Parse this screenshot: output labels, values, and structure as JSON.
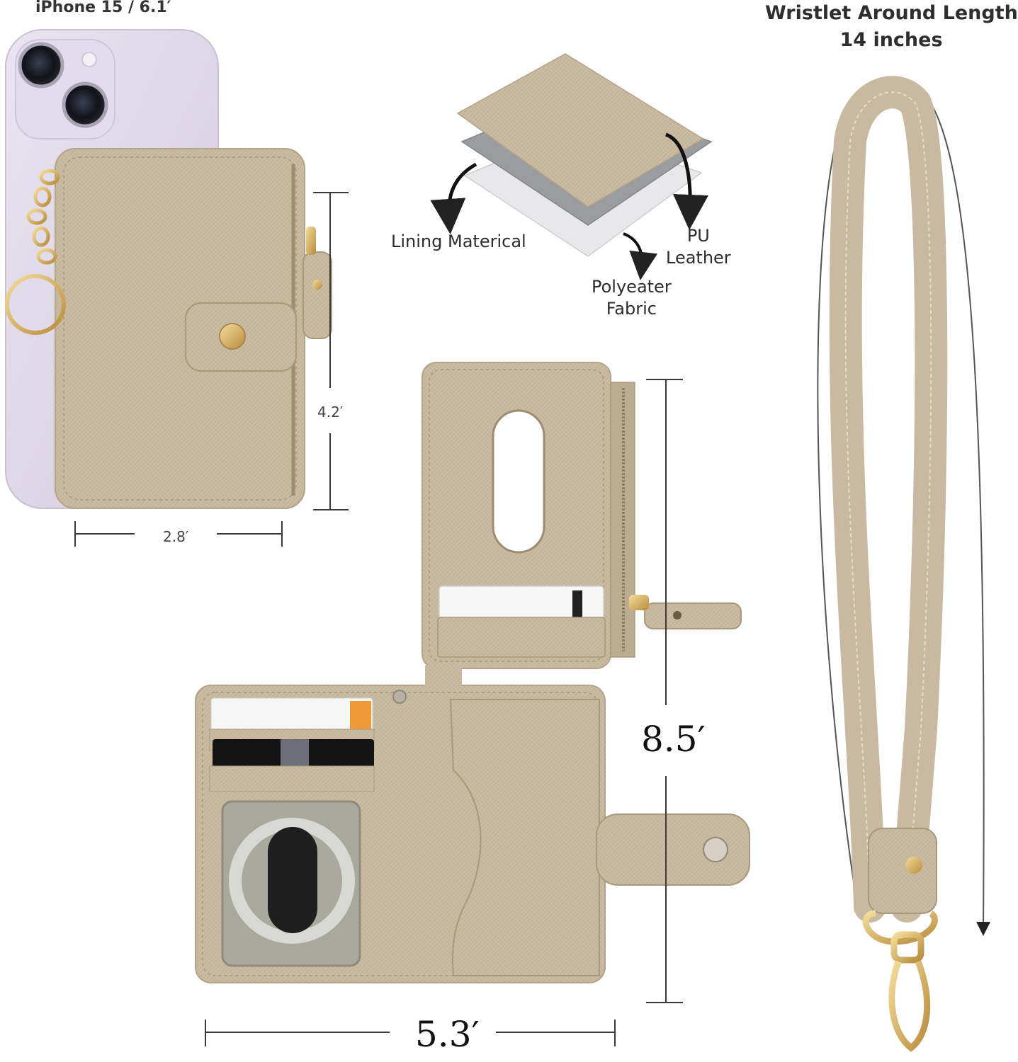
{
  "labels": {
    "phone_size": "iPhone 15 / 6.1′",
    "wristlet_line1": "Wristlet Around Length",
    "wristlet_line2": "14 inches",
    "small_height": "4.2′",
    "small_width": "2.8′",
    "open_height": "8.5′",
    "open_width": "5.3′",
    "lining": "Lining Materical",
    "pu_line1": "PU",
    "pu_line2": "Leather",
    "poly_line1": "Polyeater",
    "poly_line2": "Fabric"
  },
  "colors": {
    "leather": "#c8b9a0",
    "leather_dark": "#b3a487",
    "phone_body": "#ddd6e6",
    "gold": "#d9b56a",
    "dim_line": "#3a3a3a"
  }
}
